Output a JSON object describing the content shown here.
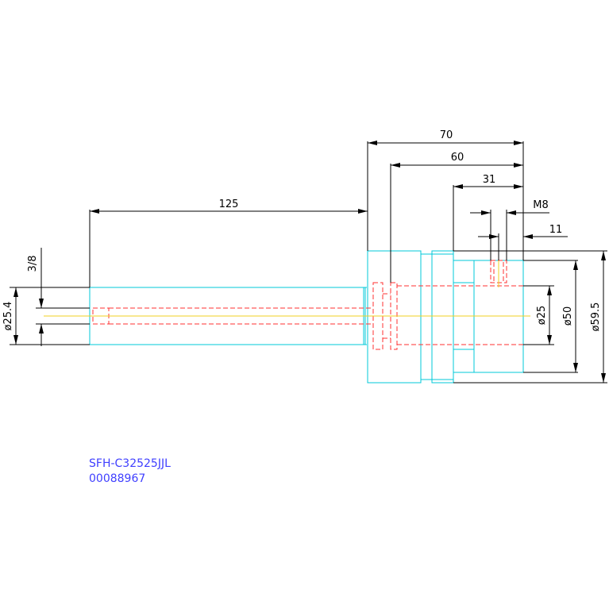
{
  "drawing": {
    "part_number": "SFH-C32525JJL",
    "code": "00088967",
    "colors": {
      "background": "#ffffff",
      "outline": "#00c8d8",
      "hidden": "#ff3030",
      "centerline": "#f0d020",
      "dimension": "#000000",
      "title": "#3f3fff"
    }
  },
  "dimensions": {
    "overall_length": "70",
    "to_groove": "60",
    "head_length": "31",
    "thread": "M8",
    "thread_offset": "11",
    "shank_length": "125",
    "shank_dia": "ø25.4",
    "coolant_thread": "3/8",
    "bore_dia": "ø25",
    "head_dia": "ø50",
    "flange_dia": "ø59.5"
  }
}
